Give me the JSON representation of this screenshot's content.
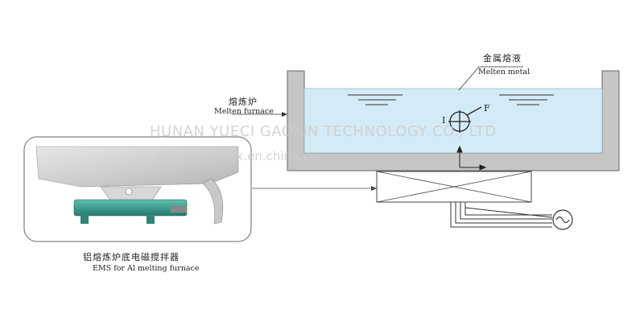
{
  "labels": {
    "metal_cn": "金属熔液",
    "metal_en": "Melten metal",
    "furnace_cn": "熔炼炉",
    "furnace_en": "Melten furnace",
    "ems_cn": "铝熔炼炉底电磁搅拌器",
    "ems_en": "EMS for Al melting furnace",
    "force_label": "F",
    "current_label": "I"
  },
  "watermark": {
    "company": "HUNAN YUECI GAOXIN TECHNOLOGY CO., LTD",
    "url": "https://hnycgx.en.china.cn/"
  },
  "colors": {
    "melt": "#cfe8f4",
    "furnace_wall": "#bdbdbd",
    "stirrer_blue": "#3a9a8c",
    "plate": "#dcdcdc"
  },
  "icons": [
    "ac-source-icon",
    "current-cross-icon"
  ]
}
